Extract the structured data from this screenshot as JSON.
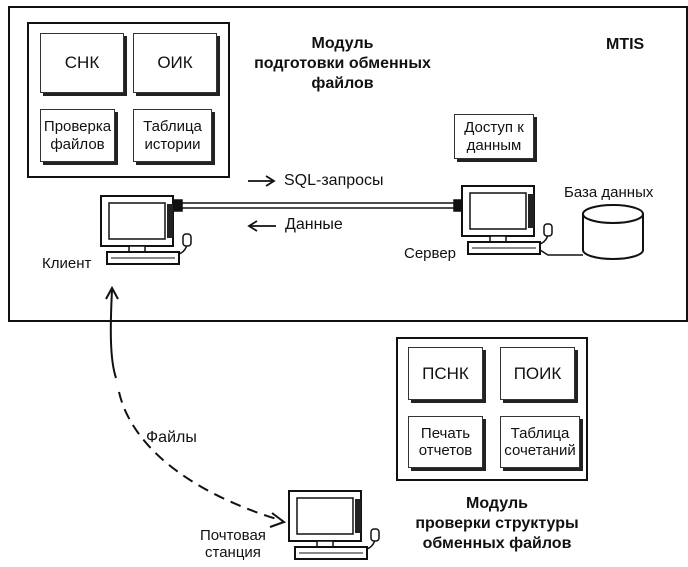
{
  "mtis_label": "MTIS",
  "top_module": {
    "title": "Модуль\nподготовки обменных\nфайлов",
    "cells": [
      "СНК",
      "ОИК",
      "Проверка\nфайлов",
      "Таблица\nистории"
    ]
  },
  "bottom_module": {
    "title": "Модуль\nпроверки структуры\nобменных файлов",
    "cells": [
      "ПСНК",
      "ПОИК",
      "Печать\nотчетов",
      "Таблица\nсочетаний"
    ]
  },
  "data_access": "Доступ к\nданным",
  "sql_label": "SQL-запросы",
  "data_label": "Данные",
  "database_label": "База данных",
  "client_label": "Клиент",
  "server_label": "Сервер",
  "files_label": "Файлы",
  "mail_label": "Почтовая\nстанция"
}
